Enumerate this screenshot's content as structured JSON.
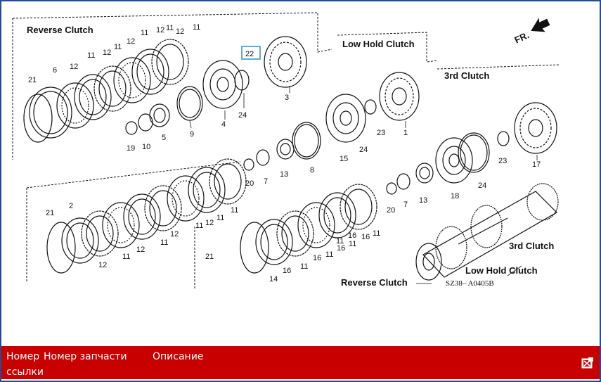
{
  "diagram": {
    "titles": {
      "reverse_clutch": "Reverse Clutch",
      "low_hold_clutch": "Low Hold Clutch",
      "third_clutch": "3rd Clutch",
      "assembly_third": "3rd Clutch",
      "assembly_low_hold": "Low Hold Clutch",
      "assembly_reverse": "Reverse Clutch"
    },
    "direction_label": "FR.",
    "drawing_code": "SZ38– A0405B",
    "highlighted_callout": "22",
    "callouts": {
      "c1": "11",
      "c2": "12",
      "c3": "11",
      "c4": "12",
      "c5": "11",
      "c6": "12",
      "c7": "11",
      "c8": "21",
      "c9": "6",
      "c10": "12",
      "c11": "11",
      "c12": "12",
      "c13": "3",
      "c14": "4",
      "c15": "24",
      "c16": "9",
      "c17": "5",
      "c18": "10",
      "c19": "19",
      "c20": "1",
      "c21": "23",
      "c22": "24",
      "c23": "15",
      "c24": "8",
      "c25": "13",
      "c26": "7",
      "c27": "20",
      "c28": "17",
      "c29": "23",
      "c30": "24",
      "c31": "18",
      "c32": "13",
      "c33": "7",
      "c34": "20",
      "c35": "21",
      "c36": "2",
      "c37": "12",
      "c38": "11",
      "c39": "12",
      "c40": "11",
      "c41": "12",
      "c42": "11",
      "c43": "12",
      "c44": "11",
      "c45": "11",
      "c46": "21",
      "c47": "14",
      "c48": "16",
      "c49": "11",
      "c50": "16",
      "c51": "11",
      "c52": "16",
      "c53": "11",
      "c54": "16",
      "c55": "11",
      "c56": "16",
      "c57": "11"
    }
  },
  "table_header": {
    "ref_number": "Номер ссылки",
    "part_number": "Номер запчасти",
    "description": "Описание"
  },
  "icons": {
    "export_icon": "excel-export-icon"
  },
  "colors": {
    "frame_border": "#1f4e96",
    "header_bg": "#c80000",
    "header_text": "#ffffff",
    "highlight": "#3399cc"
  }
}
